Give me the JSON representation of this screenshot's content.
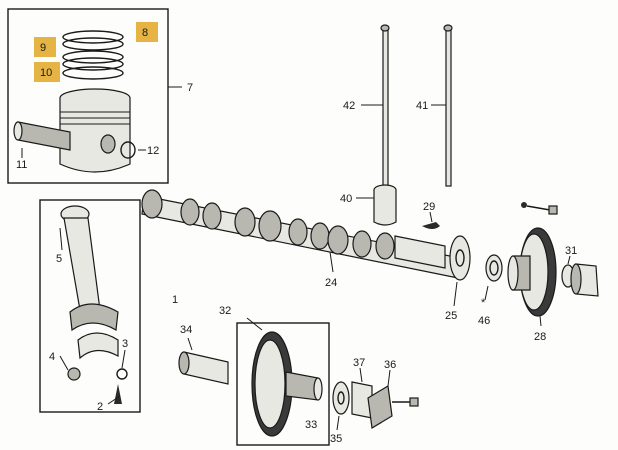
{
  "labels": {
    "l1": "1",
    "l2": "2",
    "l3": "3",
    "l4": "4",
    "l5": "5",
    "l7": "7",
    "l8": "8",
    "l9": "9",
    "l10": "10",
    "l11": "11",
    "l12": "12",
    "l24": "24",
    "l25": "25",
    "l28": "28",
    "l29": "29",
    "l31": "31",
    "l32": "32",
    "l33": "33",
    "l34": "34",
    "l35": "35",
    "l36": "36",
    "l37": "37",
    "l40": "40",
    "l41": "41",
    "l42": "42",
    "l46": "46",
    "star": "*"
  },
  "colors": {
    "highlight": "#e5b445",
    "ink": "#1a1a1a",
    "paper": "#fdfdfb"
  }
}
